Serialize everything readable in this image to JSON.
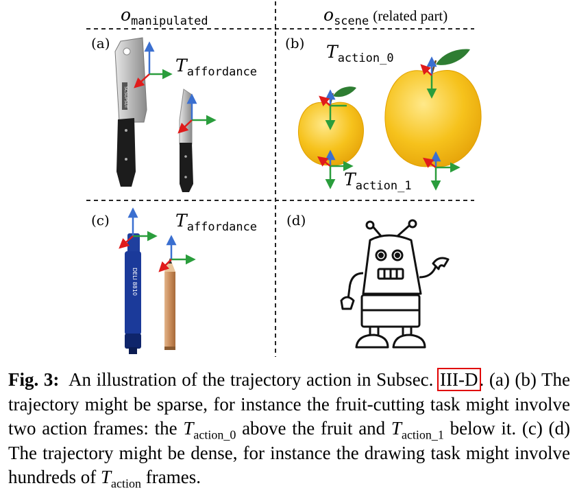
{
  "figure": {
    "headers": {
      "left": {
        "symbol": "o",
        "sub": "manipulated"
      },
      "right": {
        "symbol": "o",
        "sub": "scene",
        "suffix": "(related part)"
      }
    },
    "panels": [
      {
        "id": "a",
        "label": "(a)",
        "annotations": [
          {
            "symbol": "T",
            "sub": "affordance"
          }
        ]
      },
      {
        "id": "b",
        "label": "(b)",
        "annotations": [
          {
            "symbol": "T",
            "sub": "action_0"
          },
          {
            "symbol": "T",
            "sub": "action_1"
          }
        ]
      },
      {
        "id": "c",
        "label": "(c)",
        "annotations": [
          {
            "symbol": "T",
            "sub": "affordance"
          }
        ]
      },
      {
        "id": "d",
        "label": "(d)",
        "annotations": []
      }
    ],
    "knife_text": "SCSUPSUT",
    "marker_text": "DELI 8810"
  },
  "caption": {
    "fig_label": "Fig. 3:",
    "part1": "An illustration of the trajectory action in Subsec.",
    "ref": "III-D",
    "part2": ". (a) (b) The trajectory might be sparse, for instance the fruit-cutting task might involve two action frames: the",
    "t0_symbol": "T",
    "t0_sub": "action_0",
    "part3": "above the fruit and",
    "t1_symbol": "T",
    "t1_sub": "action_1",
    "part4": "below it. (c) (d) The trajectory might be dense, for instance the drawing task might involve hundreds of",
    "t_symbol": "T",
    "t_sub": "action",
    "part5": "frames."
  },
  "colors": {
    "axis_x": "#e01b1b",
    "axis_y": "#2a9d3c",
    "axis_z": "#3a6fd0",
    "caption_ref_box": "#e00000",
    "apple": "#f6c21c",
    "leaf": "#2e7d32"
  }
}
